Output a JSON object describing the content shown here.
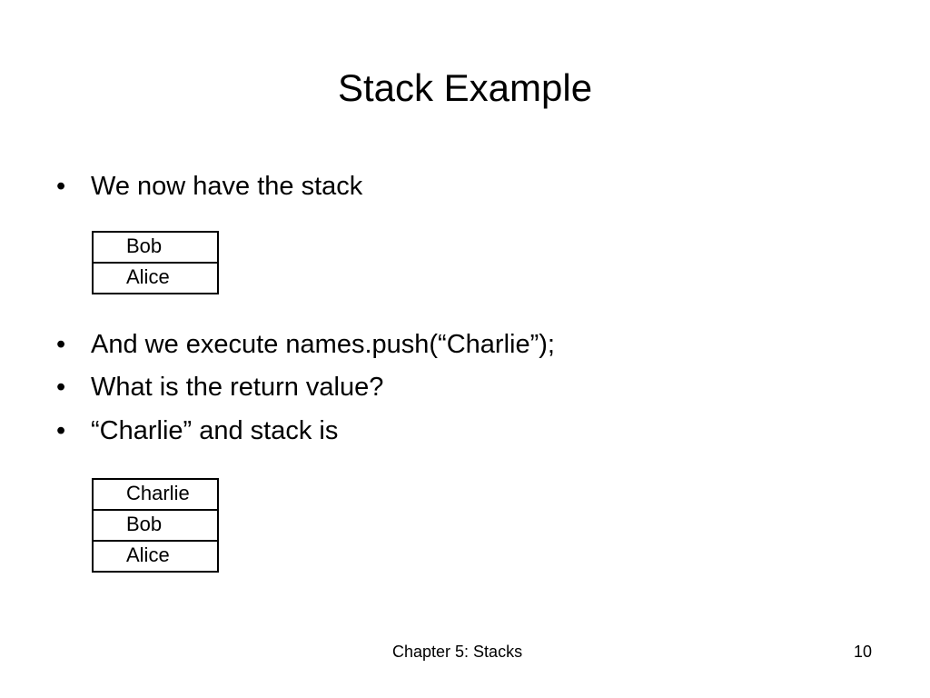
{
  "slide": {
    "title": "Stack Example",
    "bullets": [
      "We now have the stack",
      "And we execute names.push(“Charlie”);",
      "What is the return value?",
      "“Charlie” and stack is"
    ],
    "bullet_marker": "•",
    "stack_before": [
      "Bob",
      "Alice"
    ],
    "stack_after": [
      "Charlie",
      "Bob",
      "Alice"
    ]
  },
  "footer": {
    "chapter": "Chapter 5: Stacks",
    "page_number": "10"
  }
}
